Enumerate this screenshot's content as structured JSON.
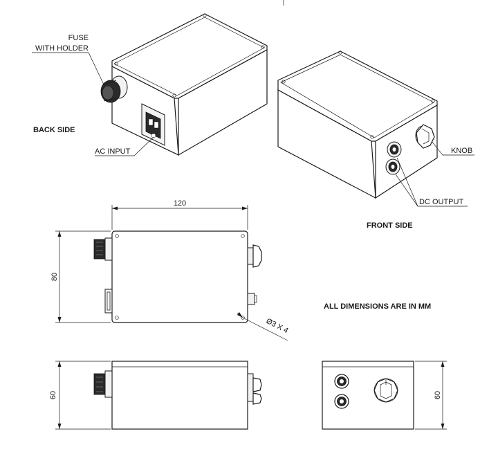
{
  "labels": {
    "fuse_line1": "FUSE",
    "fuse_line2": "WITH HOLDER",
    "back_side": "BACK SIDE",
    "ac_input": "AC INPUT",
    "knob": "KNOB",
    "dc_output": "DC OUTPUT",
    "front_side": "FRONT SIDE",
    "all_dimensions": "ALL DIMENSIONS ARE IN MM"
  },
  "dimensions": {
    "width": "120",
    "height_top_view": "80",
    "hole_callout": "Ø3 X 4",
    "height_side_view": "60",
    "height_end_view": "60"
  },
  "colors": {
    "line": "#1a1a1a",
    "background": "#ffffff"
  }
}
